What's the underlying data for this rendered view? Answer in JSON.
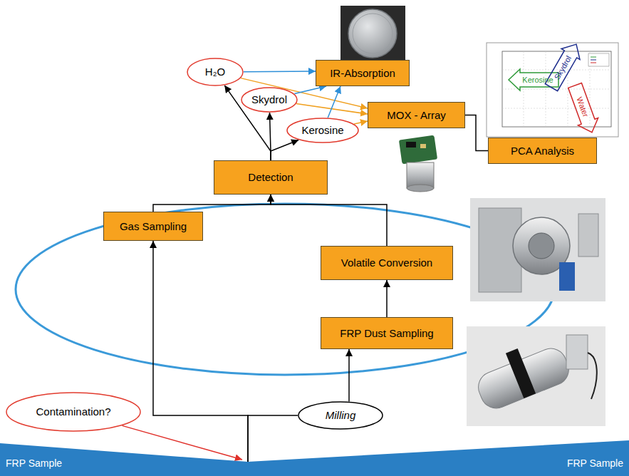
{
  "diagram": {
    "nodes": [
      {
        "text": [
          "H₂O"
        ]
      },
      {
        "text": [
          "Skydrol"
        ]
      },
      {
        "text": [
          "Kerosine"
        ]
      },
      {
        "text": [
          "IR-Absorption"
        ]
      },
      {
        "text": [
          "MOX - Array"
        ]
      },
      {
        "text": [
          "PCA Analysis"
        ]
      },
      {
        "text": [
          "Detection"
        ]
      },
      {
        "text": [
          "Gas Sampling"
        ]
      },
      {
        "text": [
          "Volatile Conversion"
        ]
      },
      {
        "text": [
          "FRP Dust Sampling"
        ]
      },
      {
        "text": [
          "Milling"
        ]
      },
      {
        "text": [
          "Contamination?"
        ]
      },
      {
        "text": [
          "FRP Sample",
          "FRP Sample"
        ]
      }
    ],
    "edges": [
      {
        "from": 11,
        "to": 12,
        "arrow": "to"
      },
      {
        "from": 12,
        "to": 7,
        "arrow": "to"
      },
      {
        "from": 12,
        "to": 10,
        "arrow": "none"
      },
      {
        "from": 10,
        "to": 9,
        "arrow": "to"
      },
      {
        "from": 9,
        "to": 8,
        "arrow": "to"
      },
      {
        "from": 7,
        "to": 6,
        "arrow": "to"
      },
      {
        "from": 8,
        "to": 6,
        "arrow": "to"
      },
      {
        "from": 6,
        "to": 0,
        "arrow": "to"
      },
      {
        "from": 6,
        "to": 1,
        "arrow": "to"
      },
      {
        "from": 6,
        "to": 2,
        "arrow": "to"
      },
      {
        "from": 0,
        "to": 3,
        "arrow": "to"
      },
      {
        "from": 0,
        "to": 4,
        "arrow": "to"
      },
      {
        "from": 1,
        "to": 3,
        "arrow": "to"
      },
      {
        "from": 1,
        "to": 4,
        "arrow": "to"
      },
      {
        "from": 2,
        "to": 3,
        "arrow": "to"
      },
      {
        "from": 2,
        "to": 4,
        "arrow": "to"
      },
      {
        "from": 4,
        "to": 5,
        "arrow": "none"
      }
    ],
    "labels": [
      "Kerosine",
      "Skydrol",
      "Water"
    ]
  }
}
